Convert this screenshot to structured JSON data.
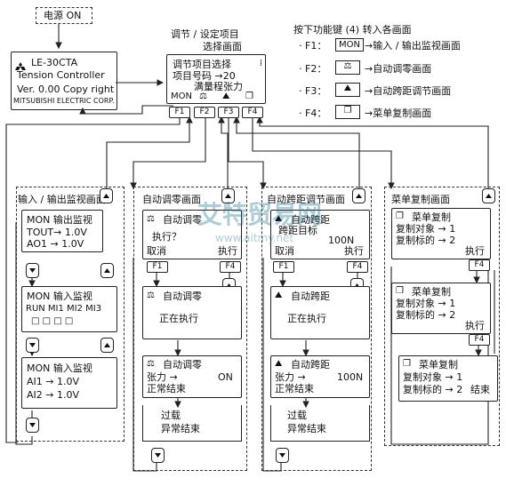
{
  "power": "电源 ON",
  "controller": {
    "model": "LE-30CTA",
    "name": "Tension Controller",
    "version": "Ver. 0.00 Copy right",
    "maker": "MITSUBISHI ELECTRIC CORP."
  },
  "top_caption": {
    "line1": "调节 / 设定项目",
    "line2": "选择画面"
  },
  "select_screen": {
    "title": "调节项目选择",
    "item": "项目号码 →20",
    "desc": "满量程张力",
    "fn_labels": [
      "MON",
      "",
      "",
      ""
    ],
    "fkeys": [
      "F1",
      "F2",
      "F3",
      "F4"
    ]
  },
  "legend": {
    "title": "按下功能键 (4) 转入各画面",
    "items": [
      {
        "key": "· F1：",
        "icon": "MON",
        "text": "→输入 / 输出监视画面"
      },
      {
        "key": "· F2：",
        "icon": "auto-zero-icon",
        "text": "→自动调零画面"
      },
      {
        "key": "· F3：",
        "icon": "auto-span-icon",
        "text": "→自动跨距调节画面"
      },
      {
        "key": "· F4：",
        "icon": "menu-copy-icon",
        "text": "→菜单复制画面"
      }
    ]
  },
  "col_io": {
    "title": "输入 / 输出监视画面",
    "s1": {
      "title": "MON 输出监视",
      "l1": "TOUT→   1.0V",
      "l2": "AO1 →   1.0V"
    },
    "s2": {
      "title": "MON 输入监视",
      "l1": "RUN  MI1   MI2   MI3",
      "l2": "□    □    □    □"
    },
    "s3": {
      "title": "MON 输入监视",
      "l1": "AI1  →   1.0V",
      "l2": "AI2  →   1.0V"
    }
  },
  "col_zero": {
    "title": "自动调零画面",
    "s1": {
      "title": "自动调零",
      "l1": "执行？",
      "cancel": "取消",
      "exec": "执行",
      "k1": "F1",
      "k2": "F4"
    },
    "s2": {
      "title": "自动调零",
      "l1": "正在执行"
    },
    "s3": {
      "title": "自动调零",
      "l1": "张力 →",
      "v1": "ON",
      "l2": "正常结束"
    },
    "err": {
      "l1": "过载",
      "l2": "异常结束"
    }
  },
  "col_span": {
    "title": "自动跨距调节画面",
    "s1": {
      "title": "自动跨距",
      "l1": "跨距目标",
      "v1": "100N",
      "cancel": "取消",
      "exec": "执行",
      "k1": "F1",
      "k2": "F4"
    },
    "s2": {
      "title": "自动跨距",
      "l1": "正在执行"
    },
    "s3": {
      "title": "自动跨距",
      "l1": "张力 →",
      "v1": "100N",
      "l2": "正常结束"
    },
    "err": {
      "l1": "过载",
      "l2": "异常结束"
    }
  },
  "col_copy": {
    "title": "菜单复制画面",
    "s1": {
      "title": "菜单复制",
      "l1": "复制对象  → 1",
      "l2": "复制标的  → 2",
      "exec": "执行",
      "k": "F4"
    },
    "s2": {
      "title": "菜单复制",
      "l1": "复制对象  → 1",
      "l2": "复制标的  → 2",
      "exec": "执行",
      "k": "F4"
    },
    "s3": {
      "title": "菜单复制",
      "l1": "复制对象  → 1",
      "l2": "复制标的  → 2",
      "end": "结束"
    }
  },
  "watermark": {
    "brand": "艾特贸易网",
    "url": "www.aitmy.net"
  }
}
